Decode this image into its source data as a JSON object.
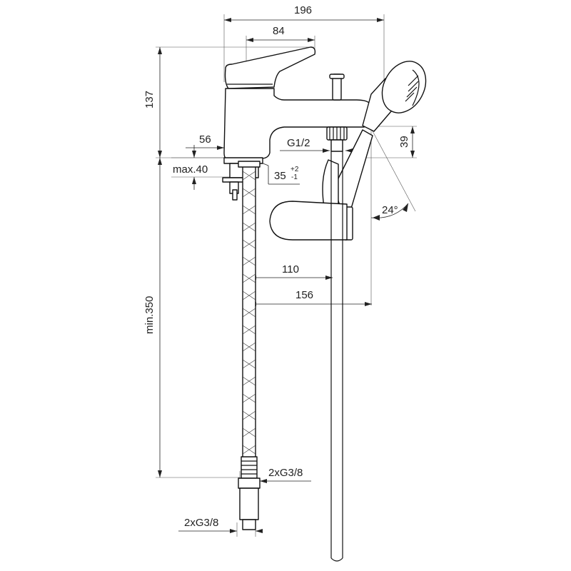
{
  "diagram": {
    "dimensions": {
      "overall_width": "196",
      "lever_width": "84",
      "height": "137",
      "spout_projection": "56",
      "deck_thickness": "max.40",
      "hole_diameter_value": "35",
      "hole_tol_plus": "+2",
      "hole_tol_minus": "-1",
      "outlet_thread": "G1/2",
      "outlet_height": "39",
      "angle": "24°",
      "hose_offset": "110",
      "handshower_offset": "156",
      "supply_length": "min.350",
      "supply_thread_upper": "2xG3/8",
      "supply_thread_lower": "2xG3/8"
    }
  }
}
